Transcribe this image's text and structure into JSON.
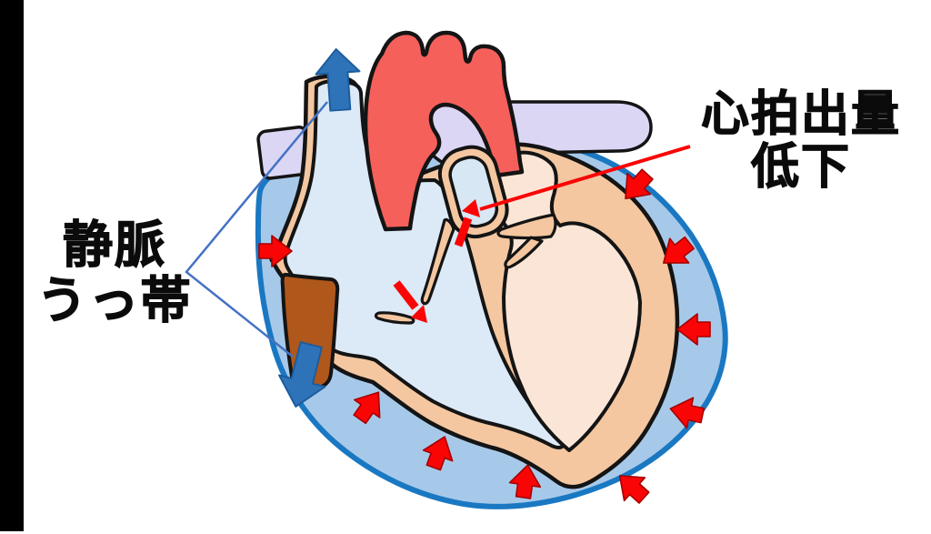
{
  "labels": {
    "venous_congestion": {
      "line1": "静脈",
      "line2": "うっ帯"
    },
    "cardiac_output_drop": {
      "line1": "心拍出量",
      "line2": "低下"
    }
  },
  "palette": {
    "letterbox_bar": "#000000",
    "background": "#ffffff",
    "pericardial_fluid": "#a7c9e9",
    "pericardium_outline": "#1a78c2",
    "myocardium_wall": "#f4c7a0",
    "right_heart_chamber": "#dce9f6",
    "left_ventricle_cavity": "#fbe5d6",
    "aorta": "#f5605b",
    "pulmonary_artery": "#dcd6f5",
    "inferior_vena_cava": "#b0571c",
    "venous_stasis_arrow": "#2e73b8",
    "compression_arrow": "#fa0505",
    "leader_line_blue": "#4472c4",
    "leader_line_red": "#fa0505",
    "outline_black": "#141414"
  },
  "annotations": {
    "compression_arrow_count": 9,
    "venous_stasis_arrow_count": 2,
    "intracardiac_flow_arrow_count": 2
  }
}
